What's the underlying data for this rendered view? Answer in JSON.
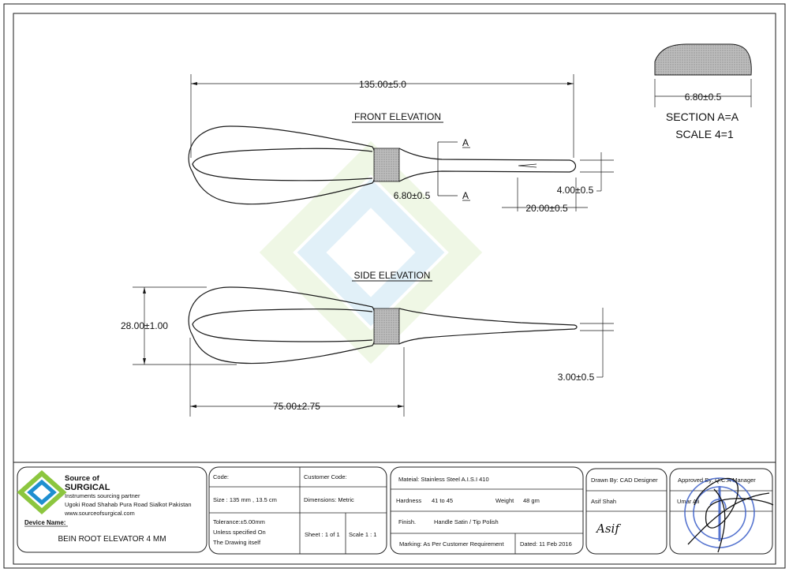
{
  "drawing": {
    "overall_length": "135.00±5.0",
    "front_elevation": "FRONT ELEVATION",
    "side_elevation": "SIDE ELEVATION",
    "section_title": "SECTION A=A",
    "section_scale": "SCALE 4=1",
    "section_width": "6.80±0.5",
    "section_marker": "A",
    "neck_width": "6.80±0.5",
    "tip_width": "4.00±0.5",
    "tip_length": "20.00±0.5",
    "handle_height": "28.00±1.00",
    "handle_length": "75.00±2.75",
    "tip_thickness": "3.00±0.5"
  },
  "title_block": {
    "company": {
      "line1": "Source of",
      "line2": "SURGICAL",
      "tagline": "Instruments sourcing partner",
      "address": "Ugoki Road Shahab Pura Road Sialkot Pakistan",
      "website": "www.sourceofsurgical.com",
      "device_name_label": "Device Name:",
      "device_name": "BEIN ROOT ELEVATOR 4 MM"
    },
    "code_label": "Code:",
    "customer_code_label": "Customer Code:",
    "size": "Size : 135 mm , 13.5 cm",
    "dimensions": "Dimensions: Metric",
    "tolerance_1": "Tolerance:±5.00mm",
    "tolerance_2": "Unless specified On",
    "tolerance_3": "The Drawing itself",
    "sheet": "Sheet : 1 of 1",
    "scale": "Scale 1 : 1",
    "material": "Mateial: Stainless Steel A.I.S.I 410",
    "hardness_label": "Hardness",
    "hardness_value": "41 to 45",
    "weight_label": "Weight",
    "weight_value": "48 gm",
    "finish_label": "Finish.",
    "finish_value": "Handle Satin / Tip Polish",
    "marking": "Marking: As Per Customer Requirement",
    "dated": "Dated: 11 Feb 2016",
    "drawn_by": "Drawn By: CAD Designer",
    "drawn_name": "Asif Shah",
    "drawn_signature": "Asif",
    "approved_by": "Approved By: Q.C.A Manager",
    "approved_name": "Umar Ali"
  },
  "colors": {
    "line": "#1a1a1a",
    "section_fill": "#b9b9b9",
    "collar_fill": "#b3b3b3",
    "logo_green": "#8cc63f",
    "logo_blue": "#1f8fd0",
    "stamp_blue": "#3a5ec8"
  }
}
